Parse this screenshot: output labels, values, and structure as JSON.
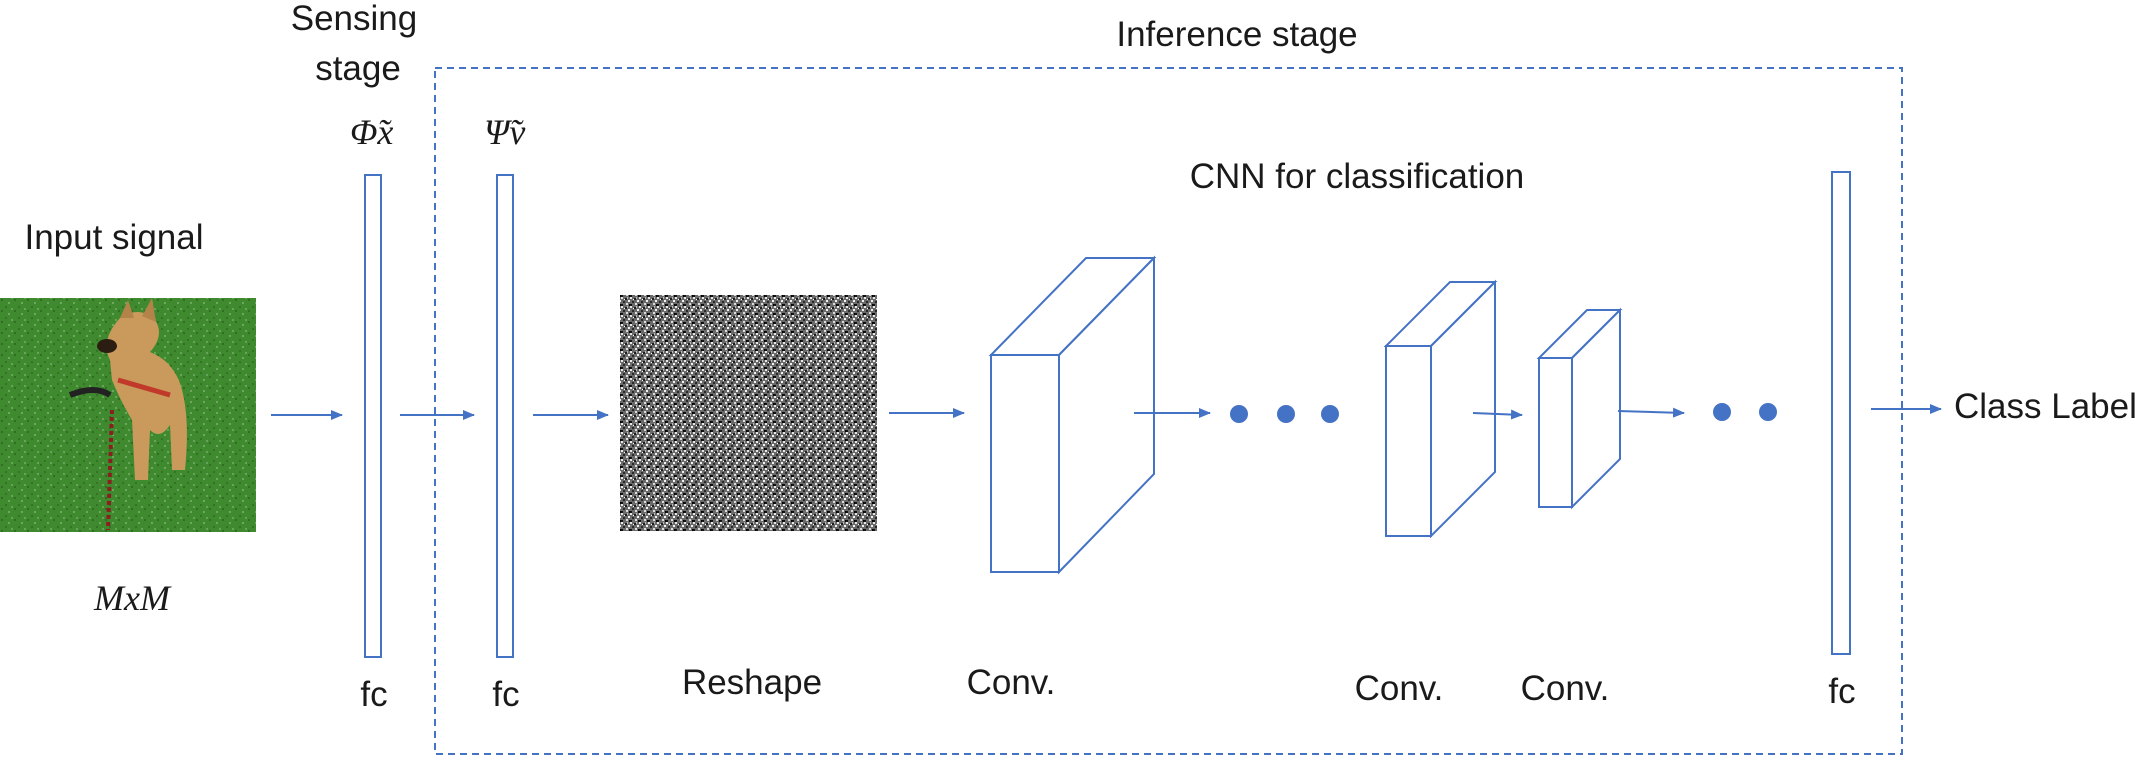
{
  "labels": {
    "sensing_stage_line1": "Sensing",
    "sensing_stage_line2": "stage",
    "inference_stage": "Inference stage",
    "phi_x": "Φ̃x",
    "psi_v": "Ψ̃v",
    "input_signal": "Input signal",
    "size_expr": "MxM",
    "cnn_title": "CNN for classification",
    "fc_1": "fc",
    "fc_2": "fc",
    "fc_3": "fc",
    "reshape": "Reshape",
    "conv_1": "Conv.",
    "conv_2": "Conv.",
    "conv_3": "Conv.",
    "class_label": "Class Label"
  },
  "colors": {
    "accent": "#4472c4",
    "text": "#1a1a1a",
    "grass": "#3f8a2e",
    "dog": "#c99a5b"
  },
  "icons": {
    "input_image": "dog-on-grass-photo",
    "reshape_image": "random-noise-pattern"
  }
}
